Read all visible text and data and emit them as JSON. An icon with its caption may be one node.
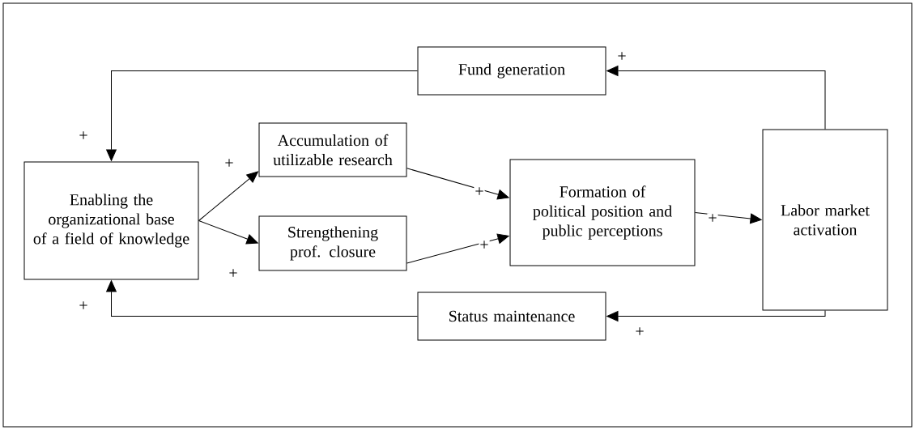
{
  "diagram": {
    "nodes": [
      {
        "text": [
          "Fund generation"
        ]
      },
      {
        "text": [
          "Enabling the organizational base of a field of knowledge"
        ]
      },
      {
        "text": [
          "Accumulation of utilizable research"
        ]
      },
      {
        "text": [
          "Strengthening prof. closure"
        ]
      },
      {
        "text": [
          "Formation of political position and public perceptions"
        ]
      },
      {
        "text": [
          "Labor market activation"
        ]
      },
      {
        "text": [
          "Status maintenance"
        ]
      }
    ],
    "edges": [
      {
        "from": 5,
        "to": 0,
        "arrow": "to",
        "label": "+"
      },
      {
        "from": 0,
        "to": 1,
        "arrow": "to",
        "label": "+"
      },
      {
        "from": 1,
        "to": 2,
        "arrow": "to",
        "label": "+"
      },
      {
        "from": 1,
        "to": 3,
        "arrow": "to",
        "label": "+"
      },
      {
        "from": 2,
        "to": 4,
        "arrow": "to",
        "label": "+"
      },
      {
        "from": 3,
        "to": 4,
        "arrow": "to",
        "label": "+"
      },
      {
        "from": 4,
        "to": 5,
        "arrow": "to",
        "label": "+"
      },
      {
        "from": 5,
        "to": 6,
        "arrow": "to",
        "label": "+"
      },
      {
        "from": 6,
        "to": 1,
        "arrow": "to",
        "label": "+"
      }
    ]
  }
}
